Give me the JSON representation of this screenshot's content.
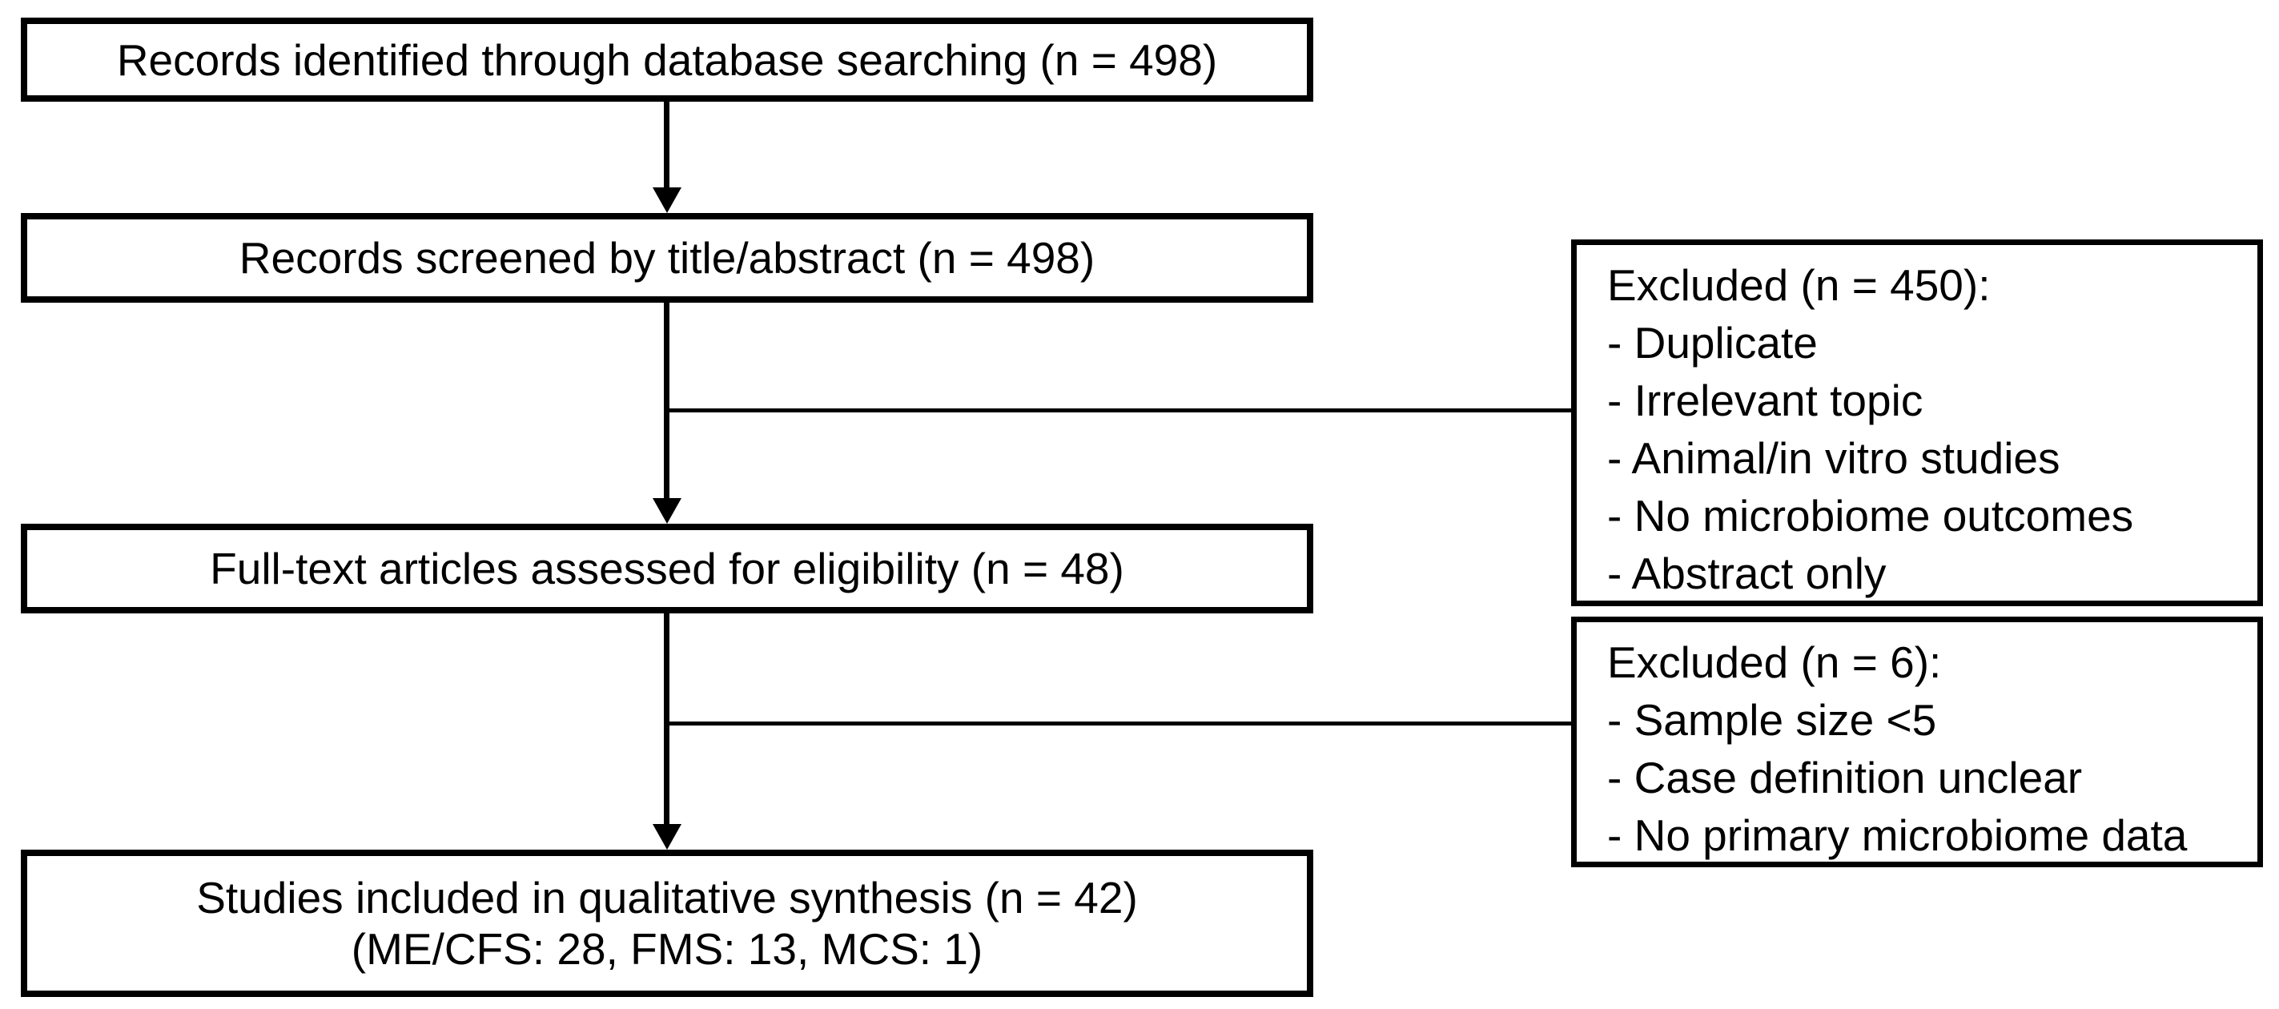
{
  "diagram": {
    "type": "prisma-flowchart",
    "colors": {
      "background": "#ffffff",
      "line": "#000000",
      "text": "#000000"
    },
    "stages": {
      "identification": {
        "text": "Records identified through database searching (n = 498)"
      },
      "screening": {
        "text": "Records screened by title/abstract (n = 498)"
      },
      "eligibility": {
        "text": "Full-text articles assessed for eligibility (n = 48)"
      },
      "included": {
        "line1": "Studies included in qualitative synthesis (n = 42)",
        "line2": "(ME/CFS: 28, FMS: 13, MCS: 1)"
      }
    },
    "exclusions": {
      "screening": {
        "title": "Excluded (n = 450):",
        "items": [
          "- Duplicate",
          "- Irrelevant topic",
          "- Animal/in vitro studies",
          "- No microbiome outcomes",
          "- Abstract only"
        ]
      },
      "fulltext": {
        "title": "Excluded (n = 6):",
        "items": [
          "- Sample size <5",
          "- Case definition unclear",
          "- No primary microbiome data"
        ]
      }
    }
  }
}
